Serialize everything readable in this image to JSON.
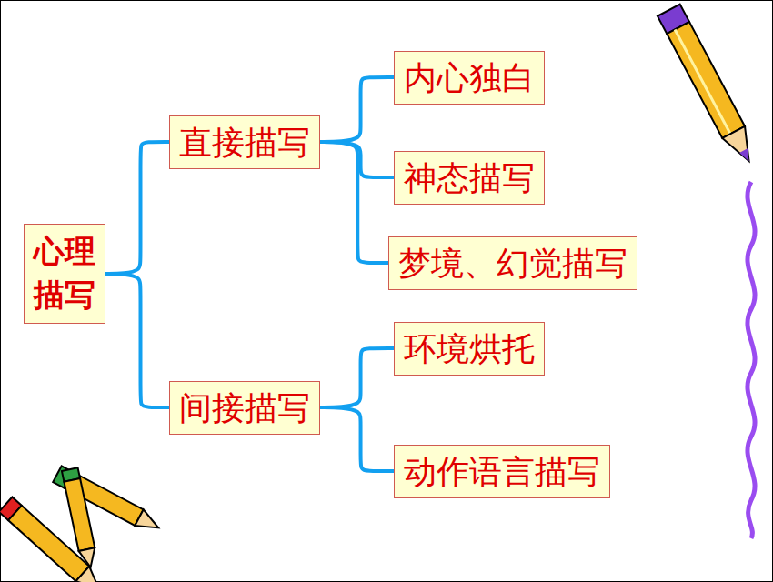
{
  "diagram": {
    "nodes": [
      {
        "text": [
          "心理描写"
        ]
      },
      {
        "text": [
          "直接描写"
        ]
      },
      {
        "text": [
          "内心独白"
        ]
      },
      {
        "text": [
          "神态描写"
        ]
      },
      {
        "text": [
          "梦境、幻觉描写"
        ]
      },
      {
        "text": [
          "间接描写"
        ]
      },
      {
        "text": [
          "环境烘托"
        ]
      },
      {
        "text": [
          "动作语言描写"
        ]
      }
    ],
    "edges": [
      {
        "from": 0,
        "to": 1,
        "arrow": "none"
      },
      {
        "from": 0,
        "to": 5,
        "arrow": "none"
      },
      {
        "from": 1,
        "to": 2,
        "arrow": "none"
      },
      {
        "from": 1,
        "to": 3,
        "arrow": "none"
      },
      {
        "from": 1,
        "to": 4,
        "arrow": "none"
      },
      {
        "from": 5,
        "to": 6,
        "arrow": "none"
      },
      {
        "from": 5,
        "to": 7,
        "arrow": "none"
      }
    ]
  }
}
